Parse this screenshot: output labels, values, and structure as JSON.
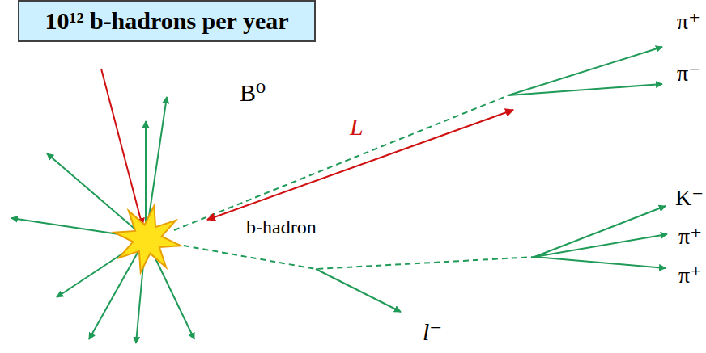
{
  "diagram": {
    "nodes": [
      {
        "text": [
          "10¹² b-hadrons per year"
        ]
      }
    ],
    "labels": [
      "π⁺",
      "π⁻",
      "B⁰",
      "L",
      "K⁻",
      "π⁺",
      "π⁺",
      "b-hadron",
      "l⁻"
    ]
  }
}
